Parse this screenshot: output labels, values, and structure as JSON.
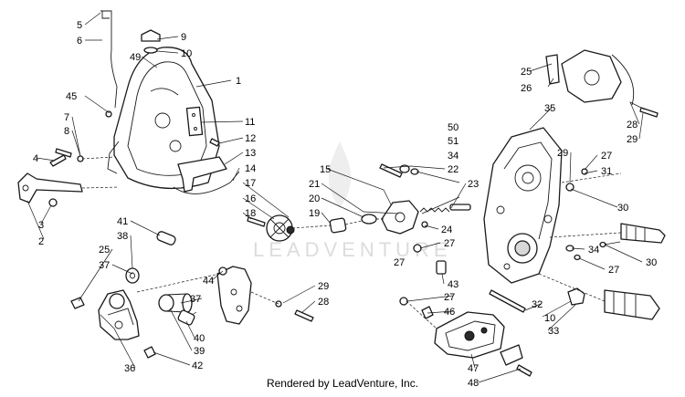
{
  "watermark": "LEADVENTURE",
  "footer": "Rendered by LeadVenture, Inc.",
  "callouts": [
    "1",
    "2",
    "3",
    "4",
    "5",
    "6",
    "7",
    "8",
    "9",
    "10",
    "10",
    "11",
    "12",
    "13",
    "14",
    "15",
    "16",
    "17",
    "18",
    "19",
    "20",
    "21",
    "22",
    "23",
    "24",
    "25",
    "25",
    "26",
    "27",
    "27",
    "27",
    "27",
    "27",
    "28",
    "28",
    "29",
    "29",
    "29",
    "30",
    "30",
    "31",
    "32",
    "33",
    "34",
    "34",
    "35",
    "36",
    "37",
    "37",
    "38",
    "39",
    "40",
    "41",
    "42",
    "43",
    "44",
    "45",
    "46",
    "47",
    "48",
    "49",
    "50",
    "51"
  ]
}
